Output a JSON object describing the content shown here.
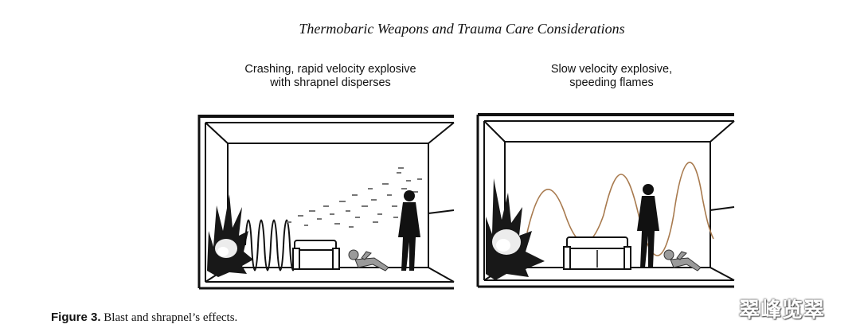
{
  "header": {
    "running_title": "Thermobaric Weapons and Trauma Care Considerations"
  },
  "panels": [
    {
      "caption_line1": "Crashing, rapid velocity explosive",
      "caption_line2": "with shrapnel disperses"
    },
    {
      "caption_line1": "Slow velocity explosive,",
      "caption_line2": "speeding flames"
    }
  ],
  "figure": {
    "label": "Figure 3.",
    "caption": " Blast and shrapnel’s effects."
  },
  "watermark": {
    "text": "翠峰览翠"
  },
  "colors": {
    "flame_wave": "#a87a4e",
    "ink": "#111111"
  }
}
